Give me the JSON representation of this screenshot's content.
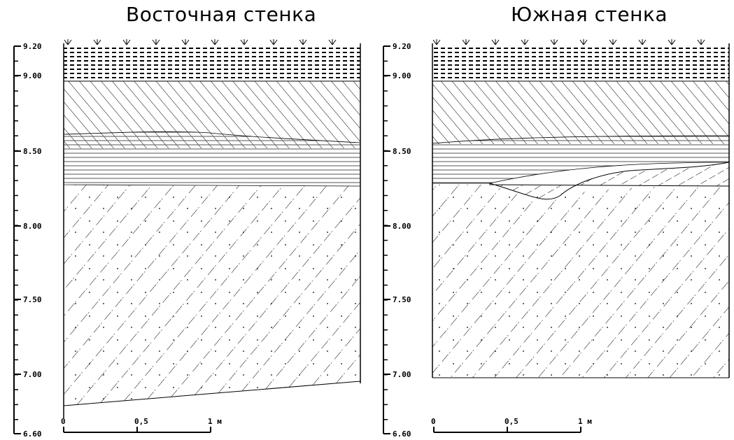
{
  "panels": [
    {
      "id": "east",
      "title": "Восточная стенка",
      "depth_labels": [
        "9.20",
        "9.00",
        "8.50",
        "8.00",
        "7.50",
        "7.00",
        "6.60"
      ],
      "scale_labels": [
        "0",
        "0,5",
        "1 м"
      ]
    },
    {
      "id": "south",
      "title": "Южная стенка",
      "depth_labels": [
        "9.20",
        "9.00",
        "8.50",
        "8.00",
        "7.50",
        "7.00",
        "6.60"
      ],
      "scale_labels": [
        "0",
        "0,5",
        "1 м"
      ]
    }
  ]
}
